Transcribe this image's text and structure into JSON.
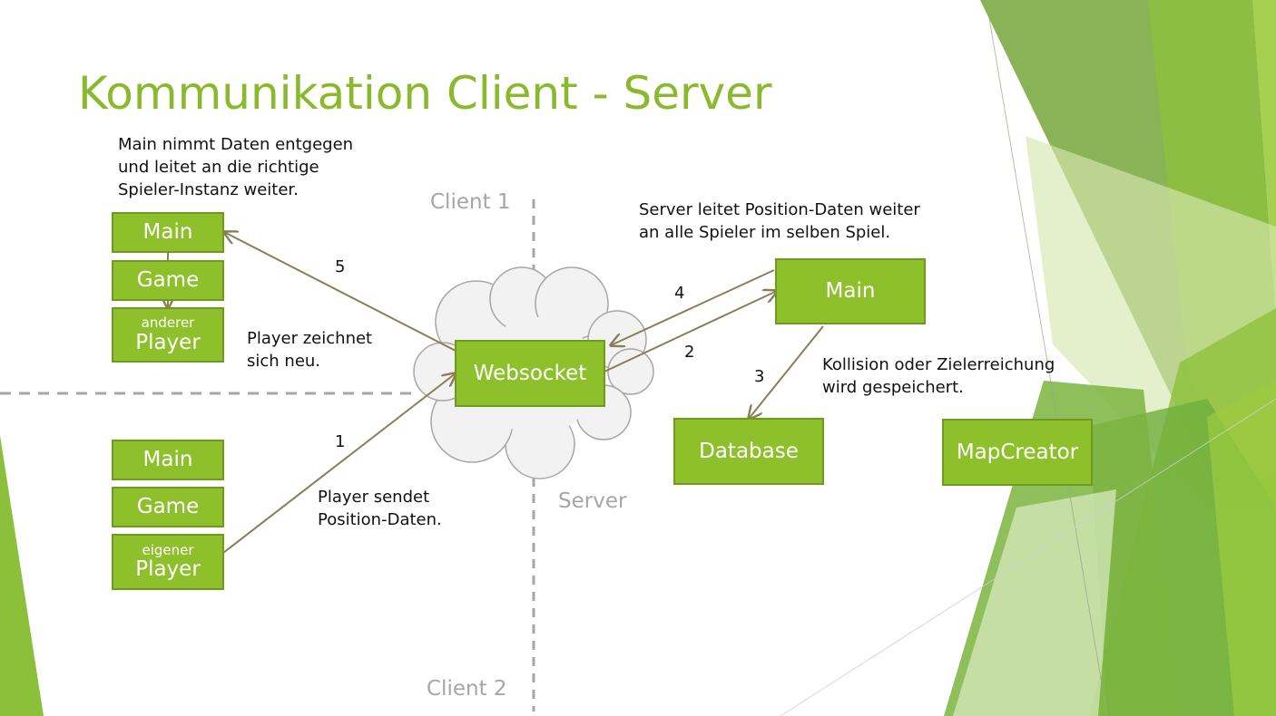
{
  "title": "Kommunikation Client - Server",
  "regions": {
    "client1": "Client 1",
    "client2": "Client 2",
    "server": "Server"
  },
  "client1": {
    "main": "Main",
    "game": "Game",
    "player_small": "anderer",
    "player": "Player"
  },
  "client2": {
    "main": "Main",
    "game": "Game",
    "player_small": "eigener",
    "player": "Player"
  },
  "websocket": "Websocket",
  "server_boxes": {
    "main": "Main",
    "database": "Database",
    "mapcreator": "MapCreator"
  },
  "notes": {
    "main_receives": "Main nimmt Daten entgegen\nund leitet an die richtige\nSpieler-Instanz weiter.",
    "server_forwards": "Server leitet Position-Daten weiter\nan alle Spieler im selben Spiel.",
    "player_redraws": "Player zeichnet\nsich neu.",
    "player_sends": "Player sendet\nPosition-Daten.",
    "collision": "Kollision oder Zielerreichung\nwird gespeichert."
  },
  "steps": {
    "s1": "1",
    "s2": "2",
    "s3": "3",
    "s4": "4",
    "s5": "5"
  },
  "colors": {
    "title": "#8ab92d",
    "box_fill": "#8dc02a",
    "box_border": "#6f9a1f",
    "arrow": "#8b7d57",
    "divider": "#a6a6a6"
  }
}
